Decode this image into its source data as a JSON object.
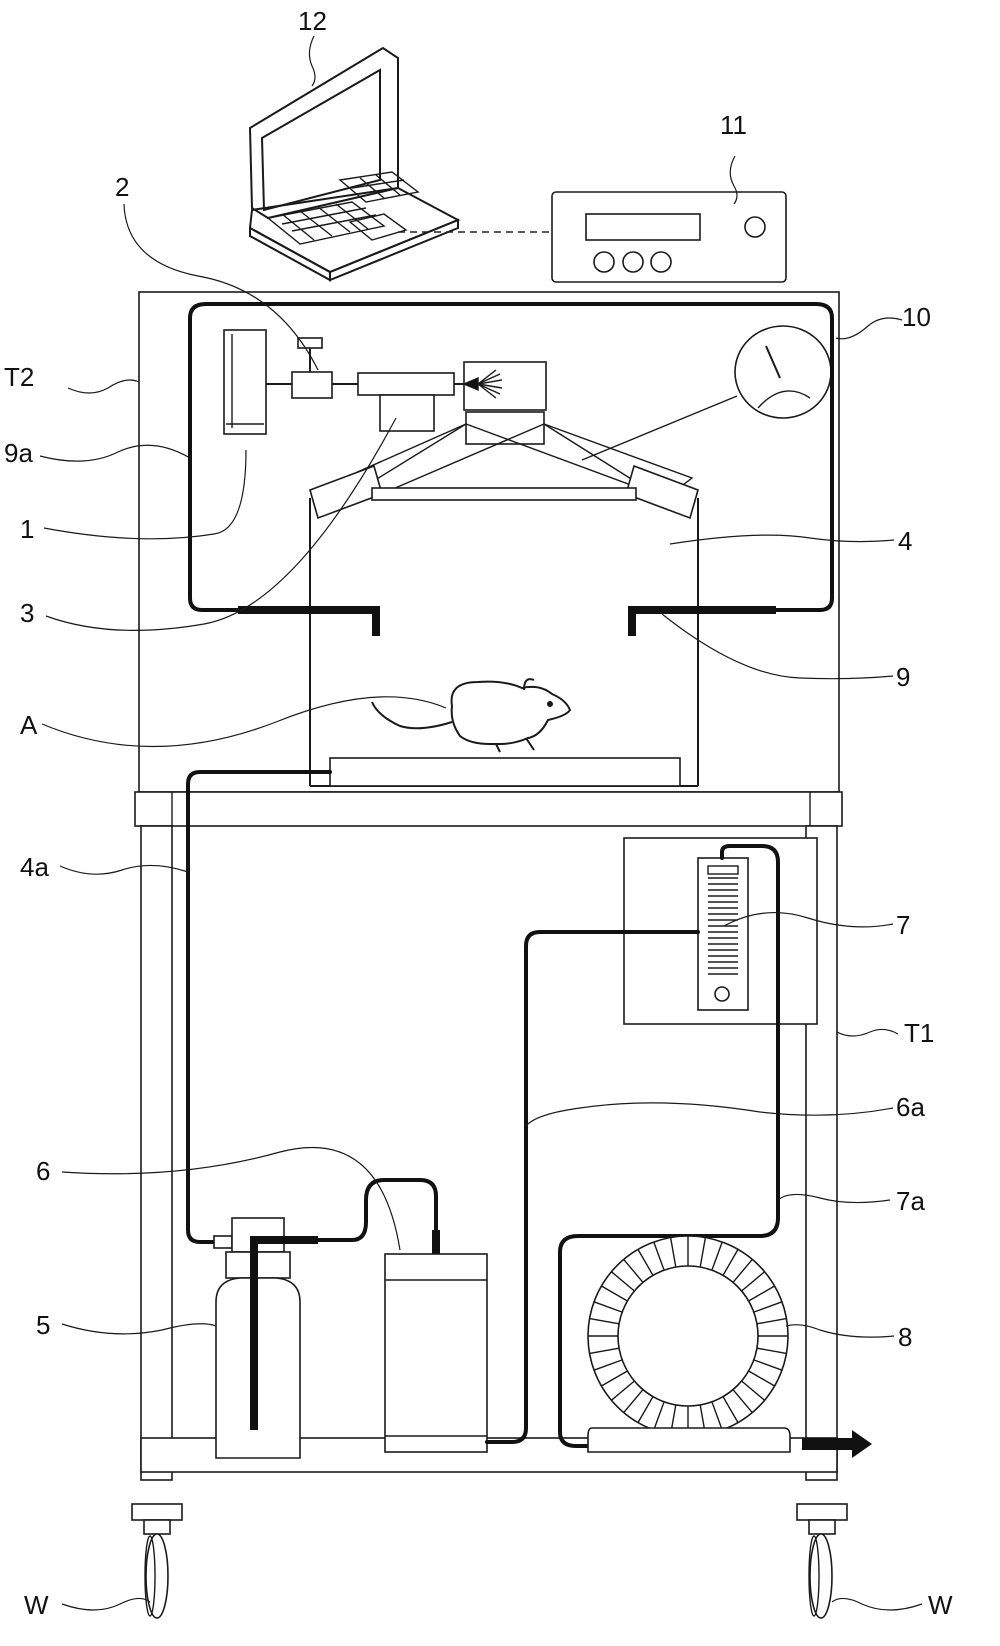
{
  "labels": {
    "l12": "12",
    "l11": "11",
    "l2": "2",
    "lT2": "T2",
    "l10": "10",
    "l9a": "9a",
    "l1": "1",
    "l4": "4",
    "l3": "3",
    "l9": "9",
    "lA": "A",
    "l4a": "4a",
    "l7": "7",
    "lT1": "T1",
    "l6a": "6a",
    "l6": "6",
    "l7a": "7a",
    "l5": "5",
    "l8": "8",
    "lW_left": "W",
    "lW_right": "W"
  }
}
